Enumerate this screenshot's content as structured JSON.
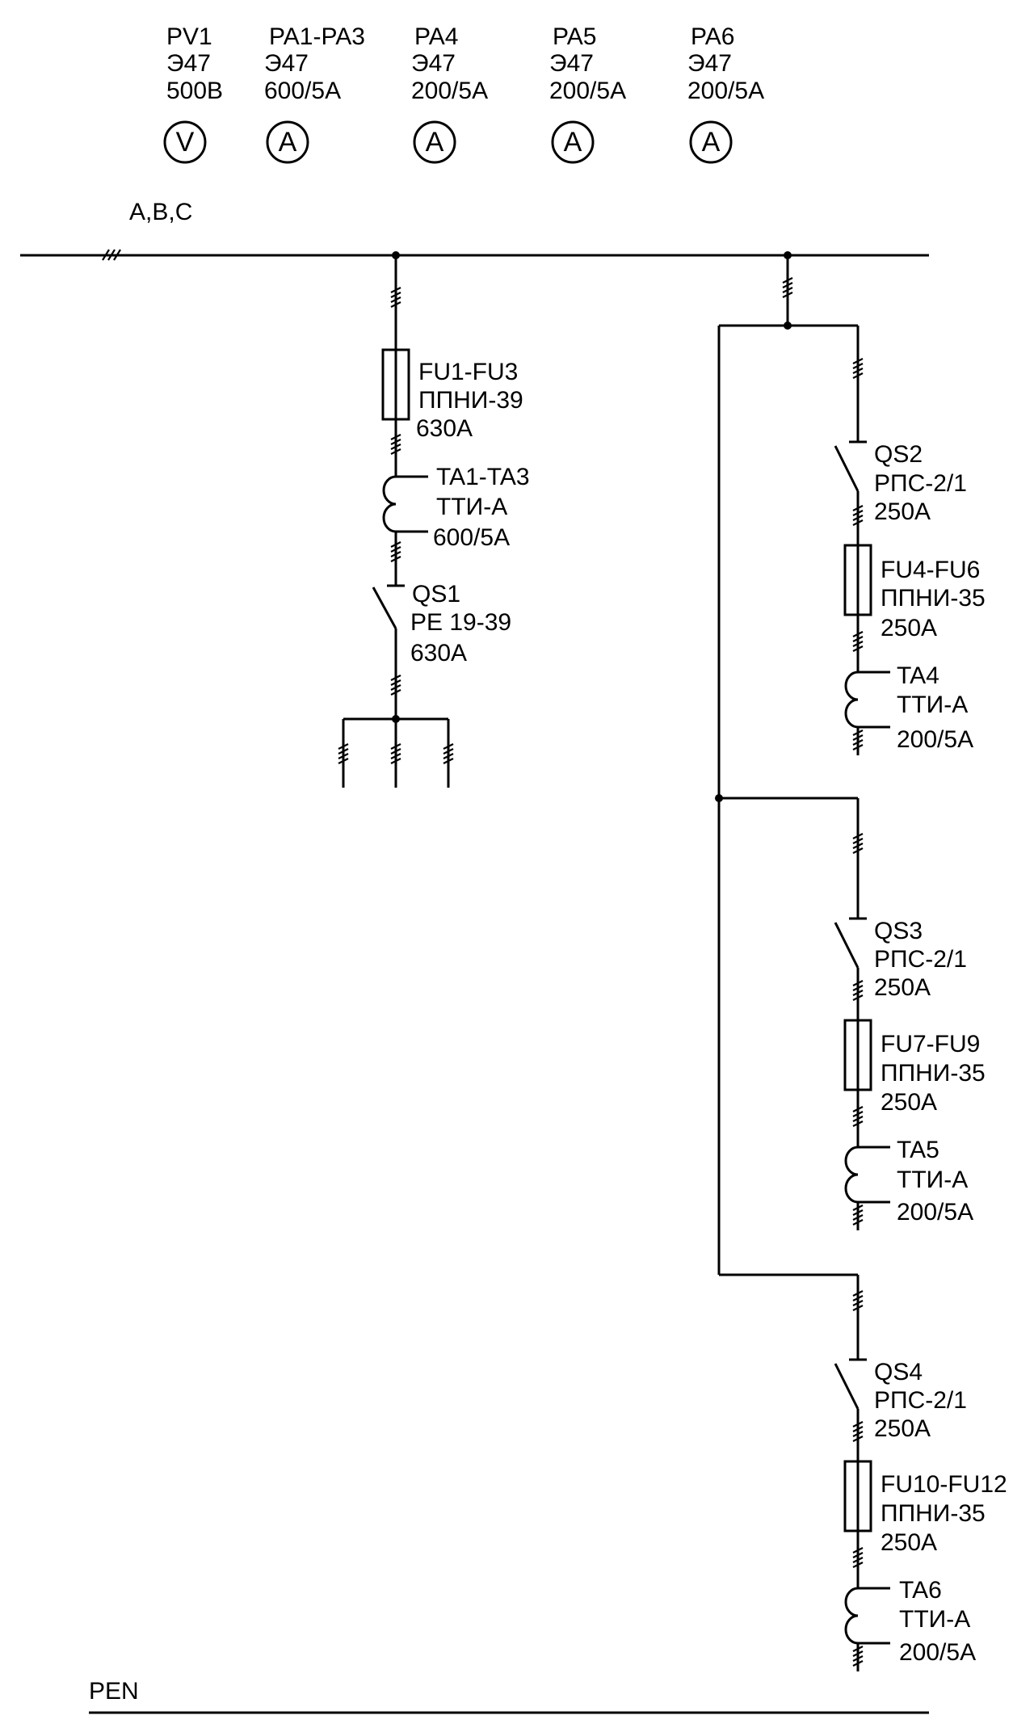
{
  "meters": [
    {
      "name": "PV1",
      "type": "Э47",
      "rating": "500В",
      "symbol": "V"
    },
    {
      "name": "PA1-PA3",
      "type": "Э47",
      "rating": "600/5А",
      "symbol": "A"
    },
    {
      "name": "PA4",
      "type": "Э47",
      "rating": "200/5А",
      "symbol": "A"
    },
    {
      "name": "PA5",
      "type": "Э47",
      "rating": "200/5А",
      "symbol": "A"
    },
    {
      "name": "PA6",
      "type": "Э47",
      "rating": "200/5А",
      "symbol": "A"
    }
  ],
  "bus": {
    "phases_label": "A,B,C",
    "neutral_label": "PEN"
  },
  "left_feeder": {
    "fuse": {
      "name": "FU1-FU3",
      "type": "ППНИ-39",
      "rating": "630А"
    },
    "ct": {
      "name": "TA1-TA3",
      "type": "ТТИ-А",
      "rating": "600/5А"
    },
    "switch": {
      "name": "QS1",
      "type": "РЕ 19-39",
      "rating": "630А"
    }
  },
  "right_feeders": [
    {
      "switch": {
        "name": "QS2",
        "type": "РПС-2/1",
        "rating": "250А"
      },
      "fuse": {
        "name": "FU4-FU6",
        "type": "ППНИ-35",
        "rating": "250А"
      },
      "ct": {
        "name": "TA4",
        "type": "ТТИ-А",
        "rating": "200/5А"
      }
    },
    {
      "switch": {
        "name": "QS3",
        "type": "РПС-2/1",
        "rating": "250А"
      },
      "fuse": {
        "name": "FU7-FU9",
        "type": "ППНИ-35",
        "rating": "250А"
      },
      "ct": {
        "name": "TA5",
        "type": "ТТИ-А",
        "rating": "200/5А"
      }
    },
    {
      "switch": {
        "name": "QS4",
        "type": "РПС-2/1",
        "rating": "250А"
      },
      "fuse": {
        "name": "FU10-FU12",
        "type": "ППНИ-35",
        "rating": "250А"
      },
      "ct": {
        "name": "TA6",
        "type": "ТТИ-А",
        "rating": "200/5А"
      }
    }
  ]
}
